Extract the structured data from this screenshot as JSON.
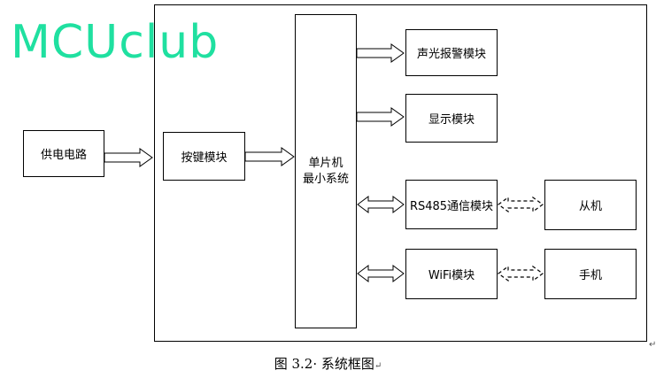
{
  "watermark": "MCUclub",
  "blocks": {
    "power": "供电电路",
    "keys": "按键模块",
    "mcu_line1": "单片机",
    "mcu_line2": "最小系统",
    "alarm": "声光报警模块",
    "display": "显示模块",
    "rs485": "RS485通信模块",
    "slave": "从机",
    "wifi": "WiFi模块",
    "phone": "手机"
  },
  "caption": "图 3.2· 系统框图",
  "caption_mark": "↵",
  "corner_mark": "↵"
}
